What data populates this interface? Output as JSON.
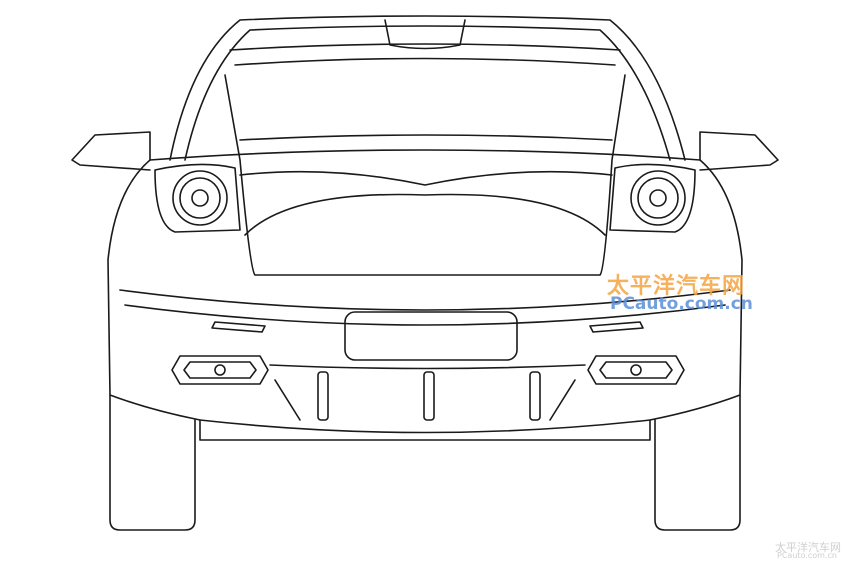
{
  "image": {
    "subject": "rear-view line drawing of a car",
    "background": "#ffffff",
    "line_color": "#1a1a1a"
  },
  "watermark": {
    "cn": "太平洋汽车网",
    "en": "PCauto.com.cn",
    "cn_color": "#f5a442",
    "en_color": "#5b8fd6"
  },
  "corner_watermark": {
    "cn": "太平洋汽车网",
    "en": "PCauto.com.cn"
  }
}
